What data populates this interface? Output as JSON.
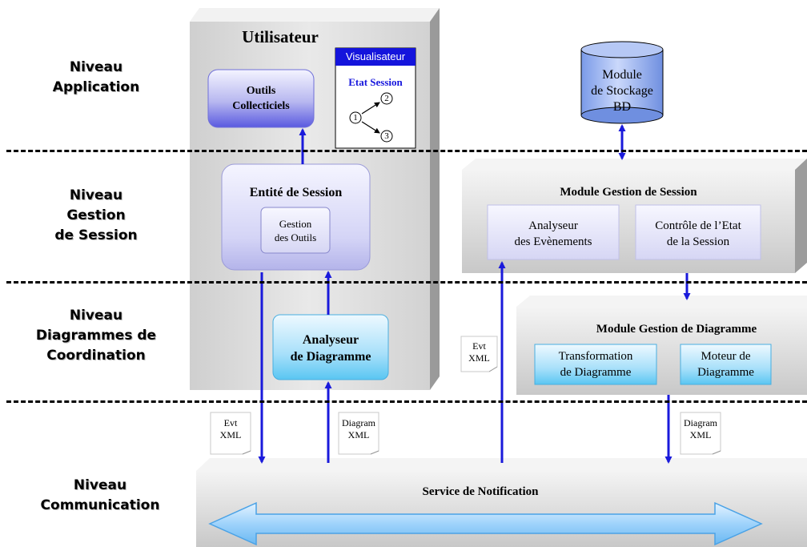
{
  "levels": {
    "application": [
      "Niveau",
      "Application"
    ],
    "session": [
      "Niveau",
      "Gestion",
      "de Session"
    ],
    "coordination": [
      "Niveau",
      "Diagrammes de",
      "Coordination"
    ],
    "communication": [
      "Niveau",
      "Communication"
    ]
  },
  "user_panel": {
    "title": "Utilisateur",
    "tools": [
      "Outils",
      "Collecticiels"
    ],
    "visualizer": {
      "title": "Visualisateur",
      "subtitle": "Etat Session",
      "states": [
        "1",
        "2",
        "3"
      ]
    },
    "session_entity": {
      "title": "Entité de Session",
      "tools_mgmt": [
        "Gestion",
        "des Outils"
      ]
    },
    "diagram_analyzer": [
      "Analyseur",
      "de Diagramme"
    ]
  },
  "storage": [
    "Module",
    "de Stockage",
    "BD"
  ],
  "session_module": {
    "title": "Module Gestion de Session",
    "event_analyzer": [
      "Analyseur",
      "des Evènements"
    ],
    "state_control": [
      "Contrôle de l’Etat",
      "de la Session"
    ]
  },
  "diagram_module": {
    "title": "Module Gestion de Diagramme",
    "transformation": [
      "Transformation",
      "de Diagramme"
    ],
    "engine": [
      "Moteur de",
      "Diagramme"
    ]
  },
  "notes": {
    "evt_left": [
      "Evt",
      "XML"
    ],
    "diagram_left": [
      "Diagram",
      "XML"
    ],
    "evt_mid": [
      "Evt",
      "XML"
    ],
    "diagram_right": [
      "Diagram",
      "XML"
    ]
  },
  "notification": {
    "title": "Service de Notification"
  },
  "colors": {
    "arrow": "#1a1adb",
    "panel": "#d8d8d8",
    "purple": "#cfcff5",
    "cyan": "#66ccf5"
  }
}
